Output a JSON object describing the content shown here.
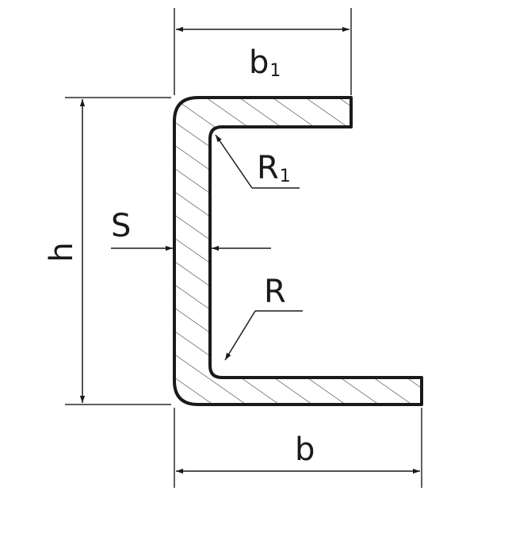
{
  "labels": {
    "b1": {
      "main": "b",
      "sub": "1"
    },
    "r1": {
      "main": "R",
      "sub": "1"
    },
    "s": "S",
    "h": "h",
    "r": "R",
    "b": "b"
  },
  "colors": {
    "line": "#1a1a1a",
    "thin_line": "#2a2a2a",
    "hatch": "#3a3a3a",
    "background": "#ffffff"
  }
}
